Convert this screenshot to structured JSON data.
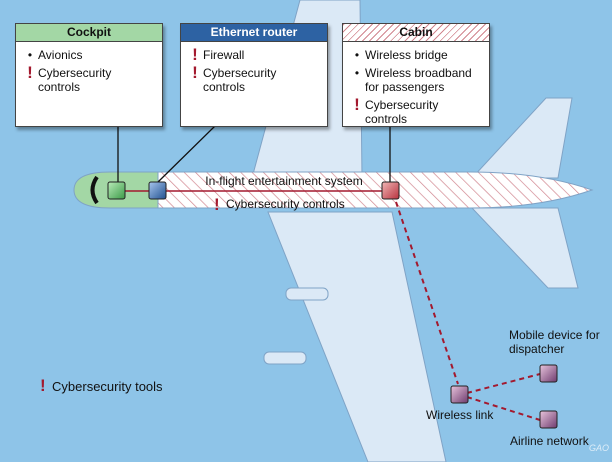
{
  "boxes": {
    "cockpit": {
      "title": "Cockpit",
      "items": [
        {
          "marker": "bullet",
          "text": "Avionics"
        },
        {
          "marker": "exclamation",
          "text": "Cybersecurity controls"
        }
      ]
    },
    "router": {
      "title": "Ethernet router",
      "items": [
        {
          "marker": "exclamation",
          "text": "Firewall"
        },
        {
          "marker": "exclamation",
          "text": "Cybersecurity controls"
        }
      ]
    },
    "cabin": {
      "title": "Cabin",
      "items": [
        {
          "marker": "bullet",
          "text": "Wireless bridge"
        },
        {
          "marker": "bullet",
          "text": "Wireless broadband for passengers"
        },
        {
          "marker": "exclamation",
          "text": "Cybersecurity controls"
        }
      ]
    }
  },
  "fuselage": {
    "system_label": "In-flight entertainment system",
    "controls_label": "Cybersecurity controls"
  },
  "ground": {
    "wireless_link": "Wireless link",
    "mobile_device": "Mobile device for dispatcher",
    "airline_network": "Airline network"
  },
  "legend": {
    "text": "Cybersecurity tools"
  },
  "watermark": "GAO",
  "markers": {
    "bullet": "•",
    "exclamation": "!"
  },
  "colors": {
    "sky": "#8ec4e8",
    "plane": "#dbe9f6",
    "cockpit_green": "#a3d7a5",
    "router_blue": "#2d62a3",
    "cabin_hatch": "#d1868f",
    "alert_red": "#a3192e",
    "node_purple": "#8c5a8c"
  }
}
